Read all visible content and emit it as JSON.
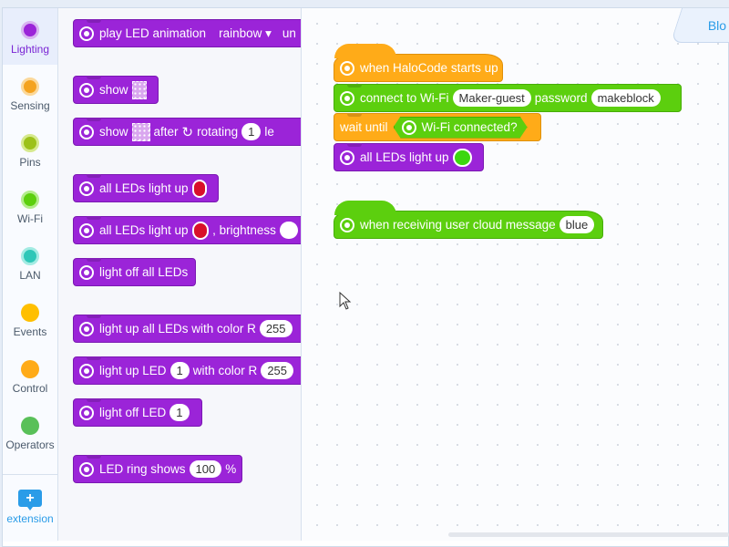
{
  "categories": [
    {
      "label": "Lighting",
      "color": "#9b24d8",
      "active": true
    },
    {
      "label": "Sensing",
      "color": "#f4a320"
    },
    {
      "label": "Pins",
      "color": "#9cc11a"
    },
    {
      "label": "Wi-Fi",
      "color": "#5ccf0e"
    },
    {
      "label": "LAN",
      "color": "#2fc7b8"
    },
    {
      "label": "Events",
      "color": "#ffbf00"
    },
    {
      "label": "Control",
      "color": "#ffab18"
    },
    {
      "label": "Operators",
      "color": "#59c059"
    }
  ],
  "extension_label": "extension",
  "tab_label": "Blo",
  "palette": {
    "play_anim": {
      "label": "play LED animation",
      "value": "rainbow ▾",
      "tail": "un"
    },
    "show": {
      "label": "show"
    },
    "show_rot": {
      "label": "show",
      "after": "after",
      "rotating": "rotating",
      "value": "1",
      "tail": "le"
    },
    "all_light": {
      "label": "all LEDs light up",
      "color": "#d8102a"
    },
    "all_light_b": {
      "label": "all LEDs light up",
      "color": "#d8102a",
      "brightness": ", brightness"
    },
    "off_all": {
      "label": "light off all LEDs"
    },
    "rgb_all": {
      "label": "light up all LEDs with color R",
      "value": "255"
    },
    "rgb_one": {
      "label": "light up LED",
      "value": "1",
      "mid": "with color R",
      "value2": "255"
    },
    "off_one": {
      "label": "light off LED",
      "value": "1"
    },
    "ring": {
      "label": "LED ring shows",
      "value": "100",
      "unit": "%"
    }
  },
  "script": {
    "hat1": "when HaloCode starts up",
    "wifi": {
      "label": "connect to Wi-Fi",
      "ssid": "Maker-guest",
      "pw_label": "password",
      "pw": "makeblock"
    },
    "wait": {
      "label": "wait until",
      "cond": "Wi-Fi connected?"
    },
    "light": {
      "label": "all LEDs light up",
      "color": "#3cd70f"
    },
    "hat2": {
      "label": "when receiving user cloud message",
      "value": "blue"
    }
  }
}
